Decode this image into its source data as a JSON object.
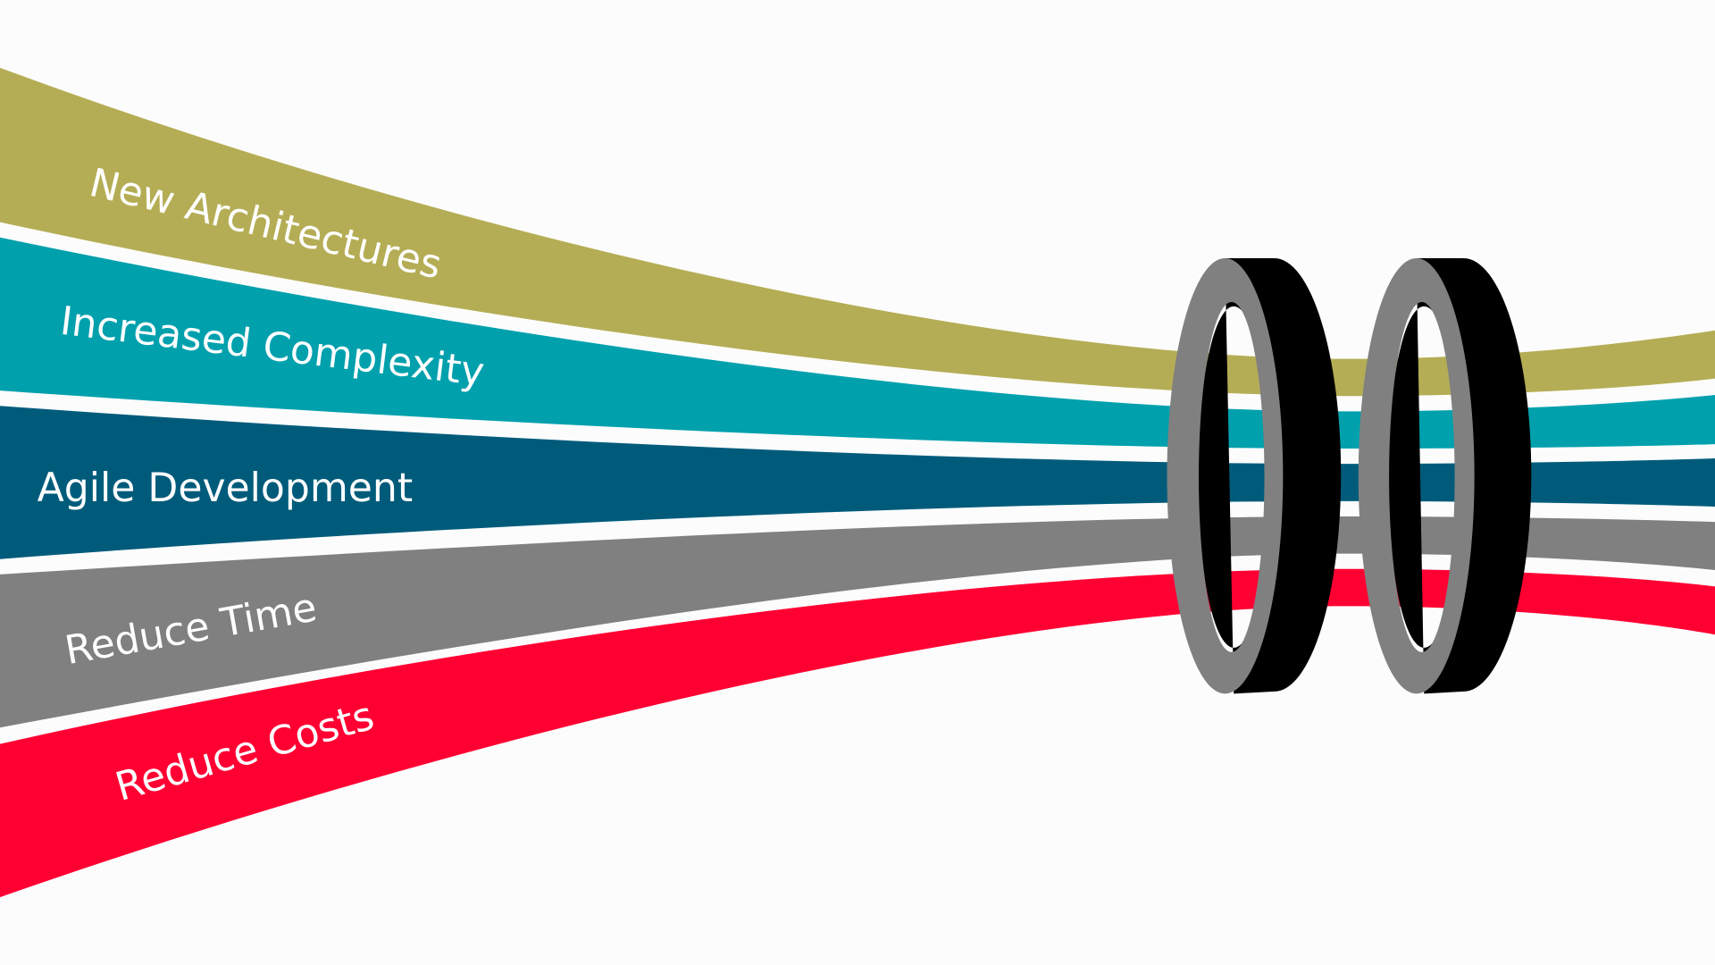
{
  "diagram": {
    "bands": [
      {
        "label": "New Architectures",
        "color": "#b5ad55"
      },
      {
        "label": "Increased Complexity",
        "color": "#00a0ad"
      },
      {
        "label": "Agile Development",
        "color": "#005b7b"
      },
      {
        "label": "Reduce Time",
        "color": "#808080"
      },
      {
        "label": "Reduce Costs",
        "color": "#ff0033"
      }
    ],
    "rings": {
      "front_color": "#808080",
      "back_color": "#000000",
      "count": 2
    },
    "background": "#fcfcfc"
  }
}
